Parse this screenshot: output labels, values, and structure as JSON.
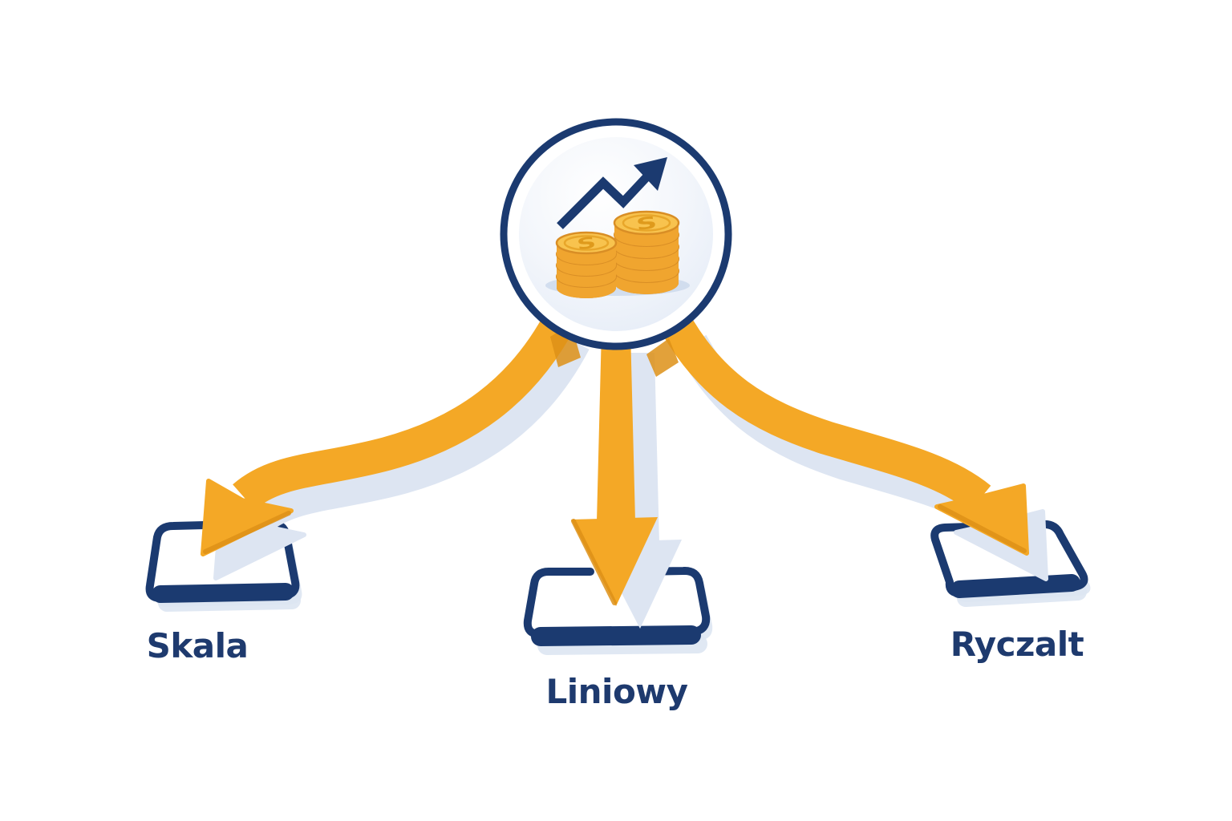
{
  "diagram": {
    "type": "flow",
    "background": "#ffffff",
    "center": {
      "icon": "coins-with-growth-arrow",
      "coin_symbol": "S"
    },
    "nodes": [
      {
        "id": "skala",
        "label": "Skala"
      },
      {
        "id": "liniowy",
        "label": "Liniowy"
      },
      {
        "id": "ryczalt",
        "label": "Ryczalt"
      }
    ],
    "edges": [
      {
        "from": "center",
        "to": "skala"
      },
      {
        "from": "center",
        "to": "liniowy"
      },
      {
        "from": "center",
        "to": "ryczalt"
      }
    ],
    "colors": {
      "navy": "#1b3a70",
      "navy_text": "#1e3a6e",
      "gold": "#f4a826",
      "gold_dark": "#dd9118",
      "gold_light": "#f6b93f",
      "shadow": "#dde5f2",
      "coin_body": "#f0a52f",
      "coin_edge": "#d98e25",
      "coin_face": "#f8c34e"
    }
  }
}
